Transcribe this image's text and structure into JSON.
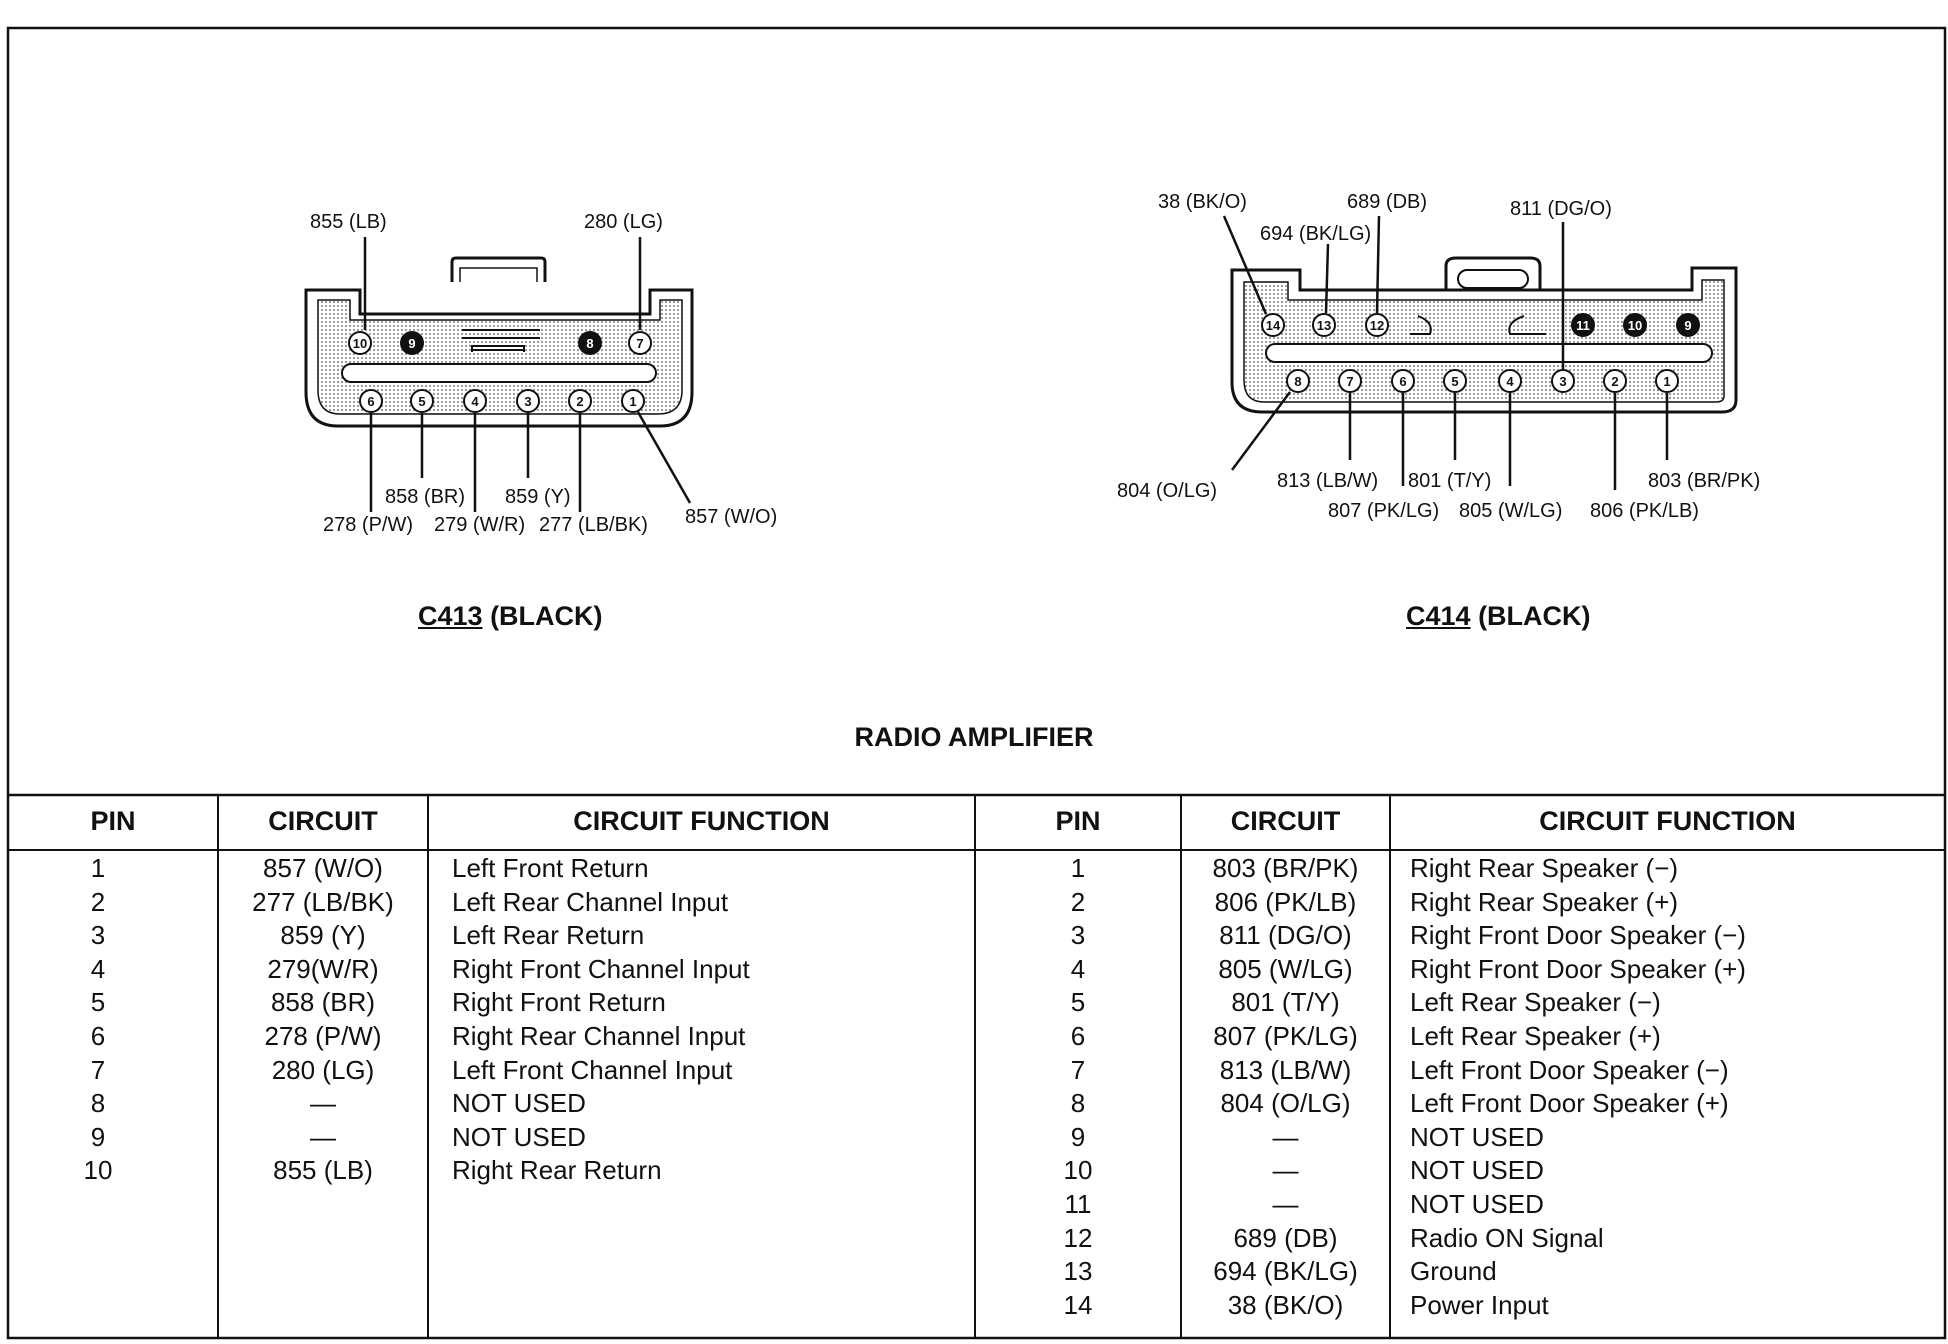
{
  "diagram": {
    "title": "RADIO AMPLIFIER",
    "connectors": [
      {
        "id": "C413",
        "color_label": "(BLACK)",
        "wire_labels": {
          "top_left": "855 (LB)",
          "top_right": "280 (LG)",
          "br": "858 (BR)",
          "y": "859 (Y)",
          "pw": "278 (P/W)",
          "wr": "279 (W/R)",
          "lbbk": "277 (LB/BK)",
          "wo": "857 (W/O)"
        },
        "top_row_pins": [
          "10",
          "9",
          "8",
          "7"
        ],
        "bottom_row_pins": [
          "6",
          "5",
          "4",
          "3",
          "2",
          "1"
        ]
      },
      {
        "id": "C414",
        "color_label": "(BLACK)",
        "wire_labels": {
          "bko": "38 (BK/O)",
          "db": "689 (DB)",
          "bklg": "694 (BK/LG)",
          "dgo": "811 (DG/O)",
          "olg": "804 (O/LG)",
          "lbw": "813 (LB/W)",
          "ty": "801 (T/Y)",
          "pklg": "807 (PK/LG)",
          "wlg": "805 (W/LG)",
          "pklb": "806 (PK/LB)",
          "brpk": "803 (BR/PK)"
        },
        "top_row_pins": [
          "14",
          "13",
          "12",
          "11",
          "10",
          "9"
        ],
        "bottom_row_pins": [
          "8",
          "7",
          "6",
          "5",
          "4",
          "3",
          "2",
          "1"
        ]
      }
    ]
  },
  "table": {
    "headers": {
      "pin": "PIN",
      "circuit": "CIRCUIT",
      "function": "CIRCUIT FUNCTION"
    },
    "left": {
      "pins": [
        "1",
        "2",
        "3",
        "4",
        "5",
        "6",
        "7",
        "8",
        "9",
        "10"
      ],
      "circuits": [
        "857 (W/O)",
        "277 (LB/BK)",
        "859 (Y)",
        "279(W/R)",
        "858 (BR)",
        "278 (P/W)",
        "280 (LG)",
        "—",
        "—",
        "855 (LB)"
      ],
      "functions": [
        "Left Front Return",
        "Left Rear Channel Input",
        "Left Rear Return",
        "Right Front Channel Input",
        "Right Front Return",
        "Right Rear Channel Input",
        "Left Front Channel Input",
        "NOT USED",
        "NOT USED",
        "Right Rear Return"
      ]
    },
    "right": {
      "pins": [
        "1",
        "2",
        "3",
        "4",
        "5",
        "6",
        "7",
        "8",
        "9",
        "10",
        "11",
        "12",
        "13",
        "14"
      ],
      "circuits": [
        "803 (BR/PK)",
        "806 (PK/LB)",
        "811 (DG/O)",
        "805 (W/LG)",
        "801 (T/Y)",
        "807 (PK/LG)",
        "813 (LB/W)",
        "804 (O/LG)",
        "—",
        "—",
        "—",
        "689 (DB)",
        "694 (BK/LG)",
        "38 (BK/O)"
      ],
      "functions": [
        "Right Rear Speaker (−)",
        "Right Rear Speaker (+)",
        "Right Front Door Speaker (−)",
        "Right Front Door Speaker (+)",
        "Left Rear Speaker (−)",
        "Left Rear Speaker (+)",
        "Left Front Door Speaker (−)",
        "Left Front Door Speaker (+)",
        "NOT USED",
        "NOT USED",
        "NOT USED",
        "Radio ON Signal",
        "Ground",
        "Power Input"
      ]
    }
  }
}
